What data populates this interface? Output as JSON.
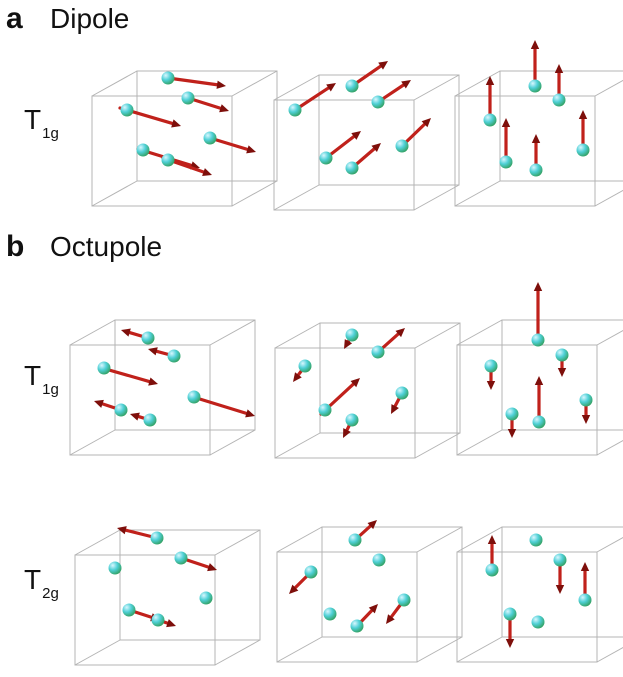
{
  "sections": [
    {
      "letter": "a",
      "title": "Dipole"
    },
    {
      "letter": "b",
      "title": "Octupole"
    }
  ],
  "rows": [
    {
      "label_main": "T",
      "label_sub": "1g"
    },
    {
      "label_main": "T",
      "label_sub": "1g"
    },
    {
      "label_main": "T",
      "label_sub": "2g"
    }
  ],
  "colors": {
    "cube_edge": "#b4b4b4",
    "arrow": "#c0211b",
    "arrow_dark": "#7e0f0b",
    "sphere_light": "#d8f7ff",
    "sphere_mid": "#4fd0d6",
    "sphere_dark": "#2f9a52"
  }
}
